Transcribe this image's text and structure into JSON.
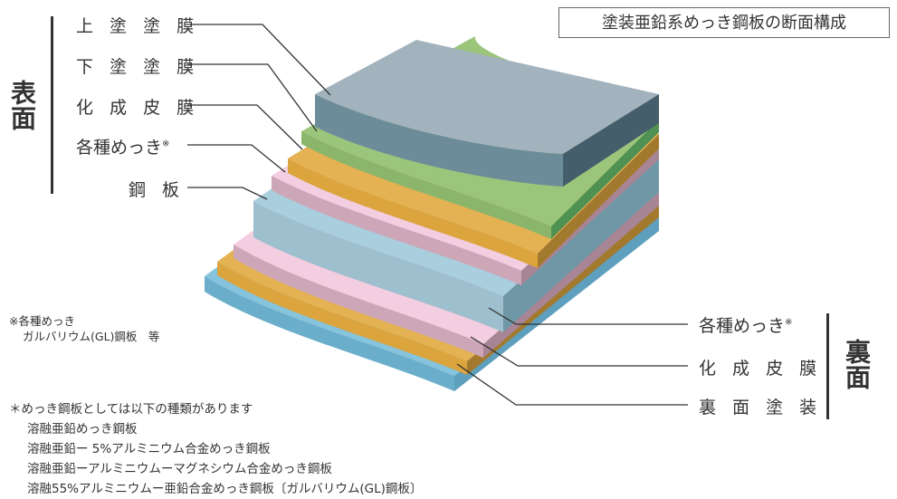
{
  "title": "塗装亜鉛系めっき鋼板の断面構成",
  "front": {
    "side_label": "表面",
    "layers": [
      "上 塗 塗 膜",
      "下 塗 塗 膜",
      "化 成 皮 膜",
      "各種めっき",
      "鋼 板"
    ],
    "plating_mark": "※"
  },
  "back": {
    "side_label": "裏面",
    "layers": [
      "各種めっき",
      "化 成 皮 膜",
      "裏 面 塗 装"
    ],
    "plating_mark": "※"
  },
  "footnote": {
    "line1": "※各種めっき",
    "line2": "ガルバリウム(GL)鋼板　等"
  },
  "notes": {
    "heading": "＊めっき鋼板としては以下の種類があります",
    "items": [
      "溶融亜鉛めっき鋼板",
      "溶融亜鉛ー 5%アルミニウム合金めっき鋼板",
      "溶融亜鉛ーアルミニウムーマグネシウム合金めっき鋼板",
      "溶融55%アルミニウムー亜鉛合金めっき鋼板〔ガルバリウム(GL)鋼板〕"
    ]
  },
  "colors": {
    "top_coat": "#a3b3bd",
    "primer": "#9cc57c",
    "chemical": "#e4b253",
    "plating": "#f3cde0",
    "steel": "#a9cfdf",
    "back_coat": "#85c4dc"
  }
}
